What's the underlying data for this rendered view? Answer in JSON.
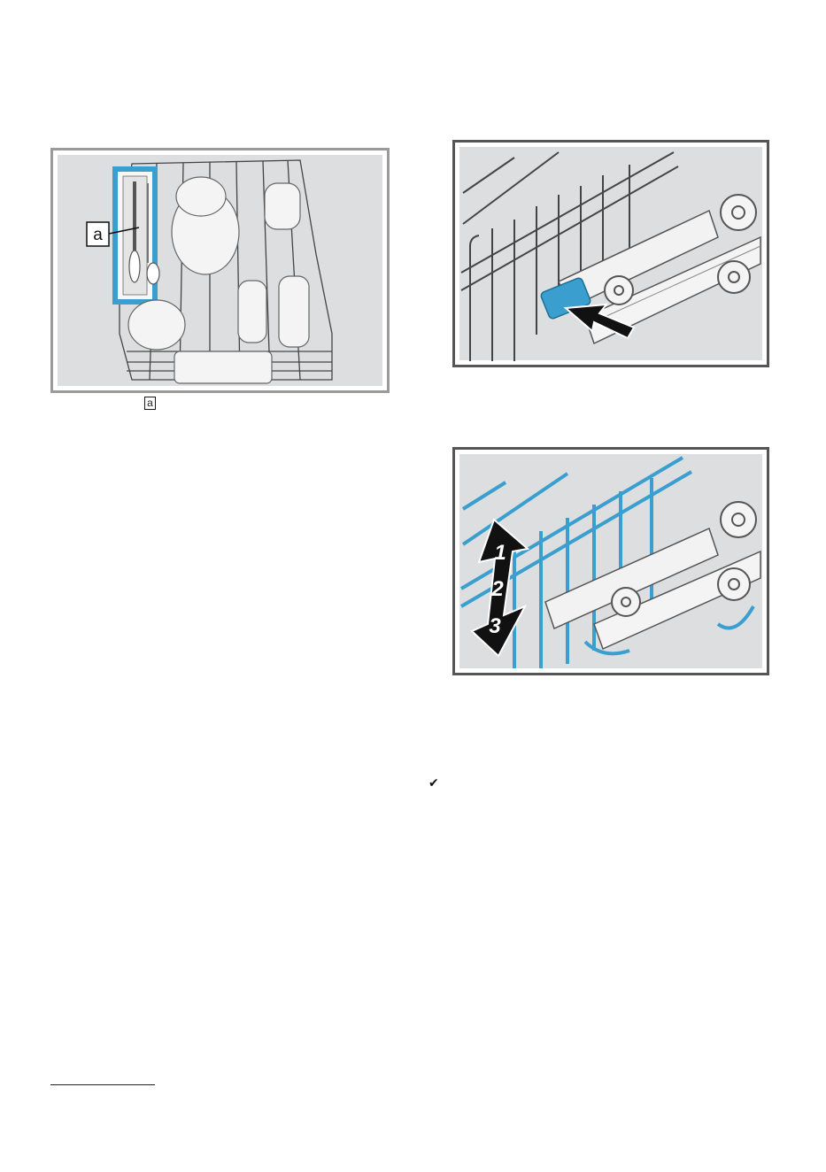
{
  "figures": {
    "basket": {
      "callout_label": "a",
      "colors": {
        "frame": "#9a9a9a",
        "background": "#dcdee0",
        "highlight": "#3a9fcf",
        "wire": "#444444",
        "dish": "#f4f4f4"
      }
    },
    "latch": {
      "colors": {
        "frame": "#555555",
        "background": "#dcdee0",
        "highlight": "#3a9fcf",
        "arrow": "#111111"
      }
    },
    "height": {
      "positions": [
        "1",
        "2",
        "3"
      ],
      "colors": {
        "frame": "#555555",
        "background": "#dcdee0",
        "highlight": "#3a9fcf",
        "arrow": "#111111",
        "numbers": "#ffffff"
      }
    }
  },
  "caption": {
    "ref_label": "a"
  },
  "markers": {
    "check_icon": "check-icon",
    "check_glyph": "✔"
  }
}
